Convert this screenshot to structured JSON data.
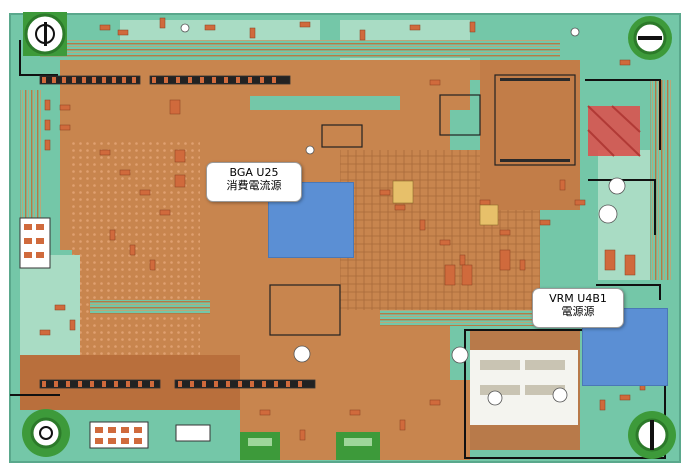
{
  "callouts": [
    {
      "line1": "BGA U25",
      "line2": "消費電流源"
    },
    {
      "line1": "VRM U4B1",
      "line2": "電源源"
    }
  ],
  "colors": {
    "board": "#74c7a8",
    "board_light": "#a9dcc4",
    "copper": "#c8854e",
    "copper_dark": "#b5703f",
    "pad": "#d06a3c",
    "highlight_box": "#5b8fd4",
    "red_zone": "#d9534f",
    "mount_green": "#3d9a3a",
    "trace_black": "#111111"
  }
}
